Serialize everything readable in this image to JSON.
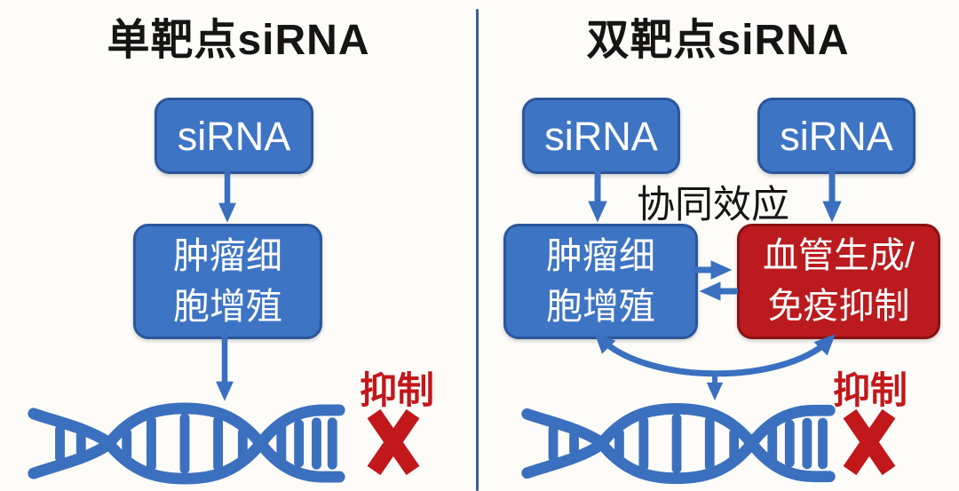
{
  "colors": {
    "background": "#fdfcf9",
    "title-black": "#151515",
    "box-blue": "#3e74c4",
    "box-blue-border": "#2b569b",
    "box-red": "#bb1b1e",
    "box-red-border": "#8a1113",
    "arrow-blue": "#3a70bf",
    "dna-blue": "#3b70be",
    "red-label": "#c2181b",
    "divider": "#3c5f93",
    "box-text": "#ffffff"
  },
  "left_panel": {
    "title": "单靶点siRNA",
    "sirna_box": "siRNA",
    "tumor_box": {
      "line1": "肿瘤细",
      "line2": "胞增殖"
    },
    "inhibit_label": "抑制"
  },
  "right_panel": {
    "title": "双靶点siRNA",
    "sirna_box_left": "siRNA",
    "sirna_box_right": "siRNA",
    "synergy_label": "协同效应",
    "tumor_box": {
      "line1": "肿瘤细",
      "line2": "胞增殖"
    },
    "angio_box": {
      "line1": "血管生成/",
      "line2": "免疫抑制"
    },
    "inhibit_label": "抑制"
  },
  "icons": {
    "dna_helix": "dna-double-helix-shape",
    "inhibit_mark": "✕",
    "arrow_style": "solid-triangle-head"
  }
}
